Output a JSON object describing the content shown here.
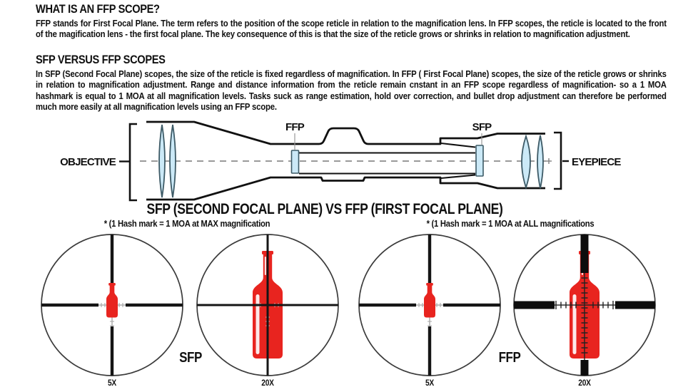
{
  "colors": {
    "red": "#e8241f",
    "lens_blue": "#cbe9f7",
    "line_dark": "#111111",
    "gray": "#9a9a9a"
  },
  "sections": {
    "what_is": {
      "heading": "WHAT IS AN FFP SCOPE?",
      "body": "FFP stands for First Focal Plane. The term refers to the position of the scope reticle in relation to the magnification lens. In FFP scopes, the reticle is located to the front of the magification lens - the first focal plane. The key consequence of this is that the size of the reticle grows or shrinks in relation to magnification adjustment."
    },
    "sfp_vs_ffp": {
      "heading": "SFP VERSUS FFP SCOPES",
      "body": "In SFP (Second Focal Plane) scopes, the size of the reticle is fixed regardless of magnification. In FFP ( First Focal Plane) scopes, the size of the reticle grows or shrinks in relation to magnification adjustment. Range and distance information from the reticle remain cnstant in an FFP scope regardless of magnification- so a 1 MOA hashmark is equal to 1 MOA at all magnification levels. Tasks suck as range estimation, hold over correction, and bullet drop adjustment can therefore be performed much more easily at all magnification levels using an FFP scope."
    }
  },
  "scope_diagram": {
    "objective_label": "OBJECTIVE",
    "eyepiece_label": "EYEPIECE",
    "ffp_label": "FFP",
    "sfp_label": "SFP"
  },
  "comparison": {
    "title": "SFP (SECOND FOCAL PLANE) VS FFP (FIRST FOCAL PLANE)",
    "left_note": "* (1 Hash mark = 1 MOA at MAX magnification",
    "right_note": "* (1 Hash mark = 1 MOA at ALL magnifications",
    "sfp_label": "SFP",
    "ffp_label": "FFP",
    "reticles": [
      {
        "magnification": "5X",
        "group": "SFP"
      },
      {
        "magnification": "20X",
        "group": "SFP"
      },
      {
        "magnification": "5X",
        "group": "FFP"
      },
      {
        "magnification": "20X",
        "group": "FFP"
      }
    ]
  }
}
